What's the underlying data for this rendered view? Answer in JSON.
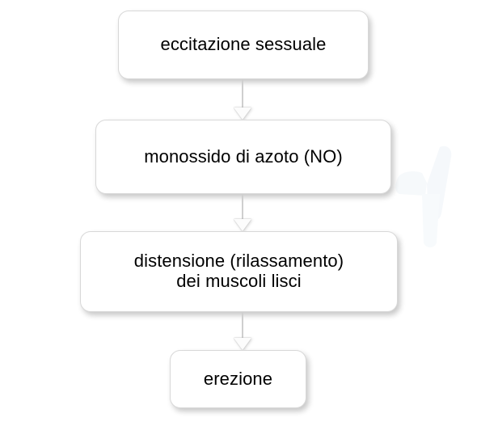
{
  "diagram": {
    "type": "flowchart",
    "orientation": "top-to-bottom",
    "title": "",
    "background_color": "#ffffff",
    "node_fill_color": "#ffffff",
    "node_border_color": "#d8d8d8",
    "text_color": "#000000",
    "connector_color": "#cfcfcf",
    "nodes": [
      {
        "id": "n1",
        "label": "eccitazione sessuale"
      },
      {
        "id": "n2",
        "label": "monossido di azoto (NO)"
      },
      {
        "id": "n3",
        "label": "distensione (rilassamento)\ndei muscoli lisci"
      },
      {
        "id": "n4",
        "label": "erezione"
      }
    ],
    "edges": [
      {
        "from": "n1",
        "to": "n2",
        "arrow": "down"
      },
      {
        "from": "n2",
        "to": "n3",
        "arrow": "down"
      },
      {
        "from": "n3",
        "to": "n4",
        "arrow": "down"
      }
    ]
  }
}
